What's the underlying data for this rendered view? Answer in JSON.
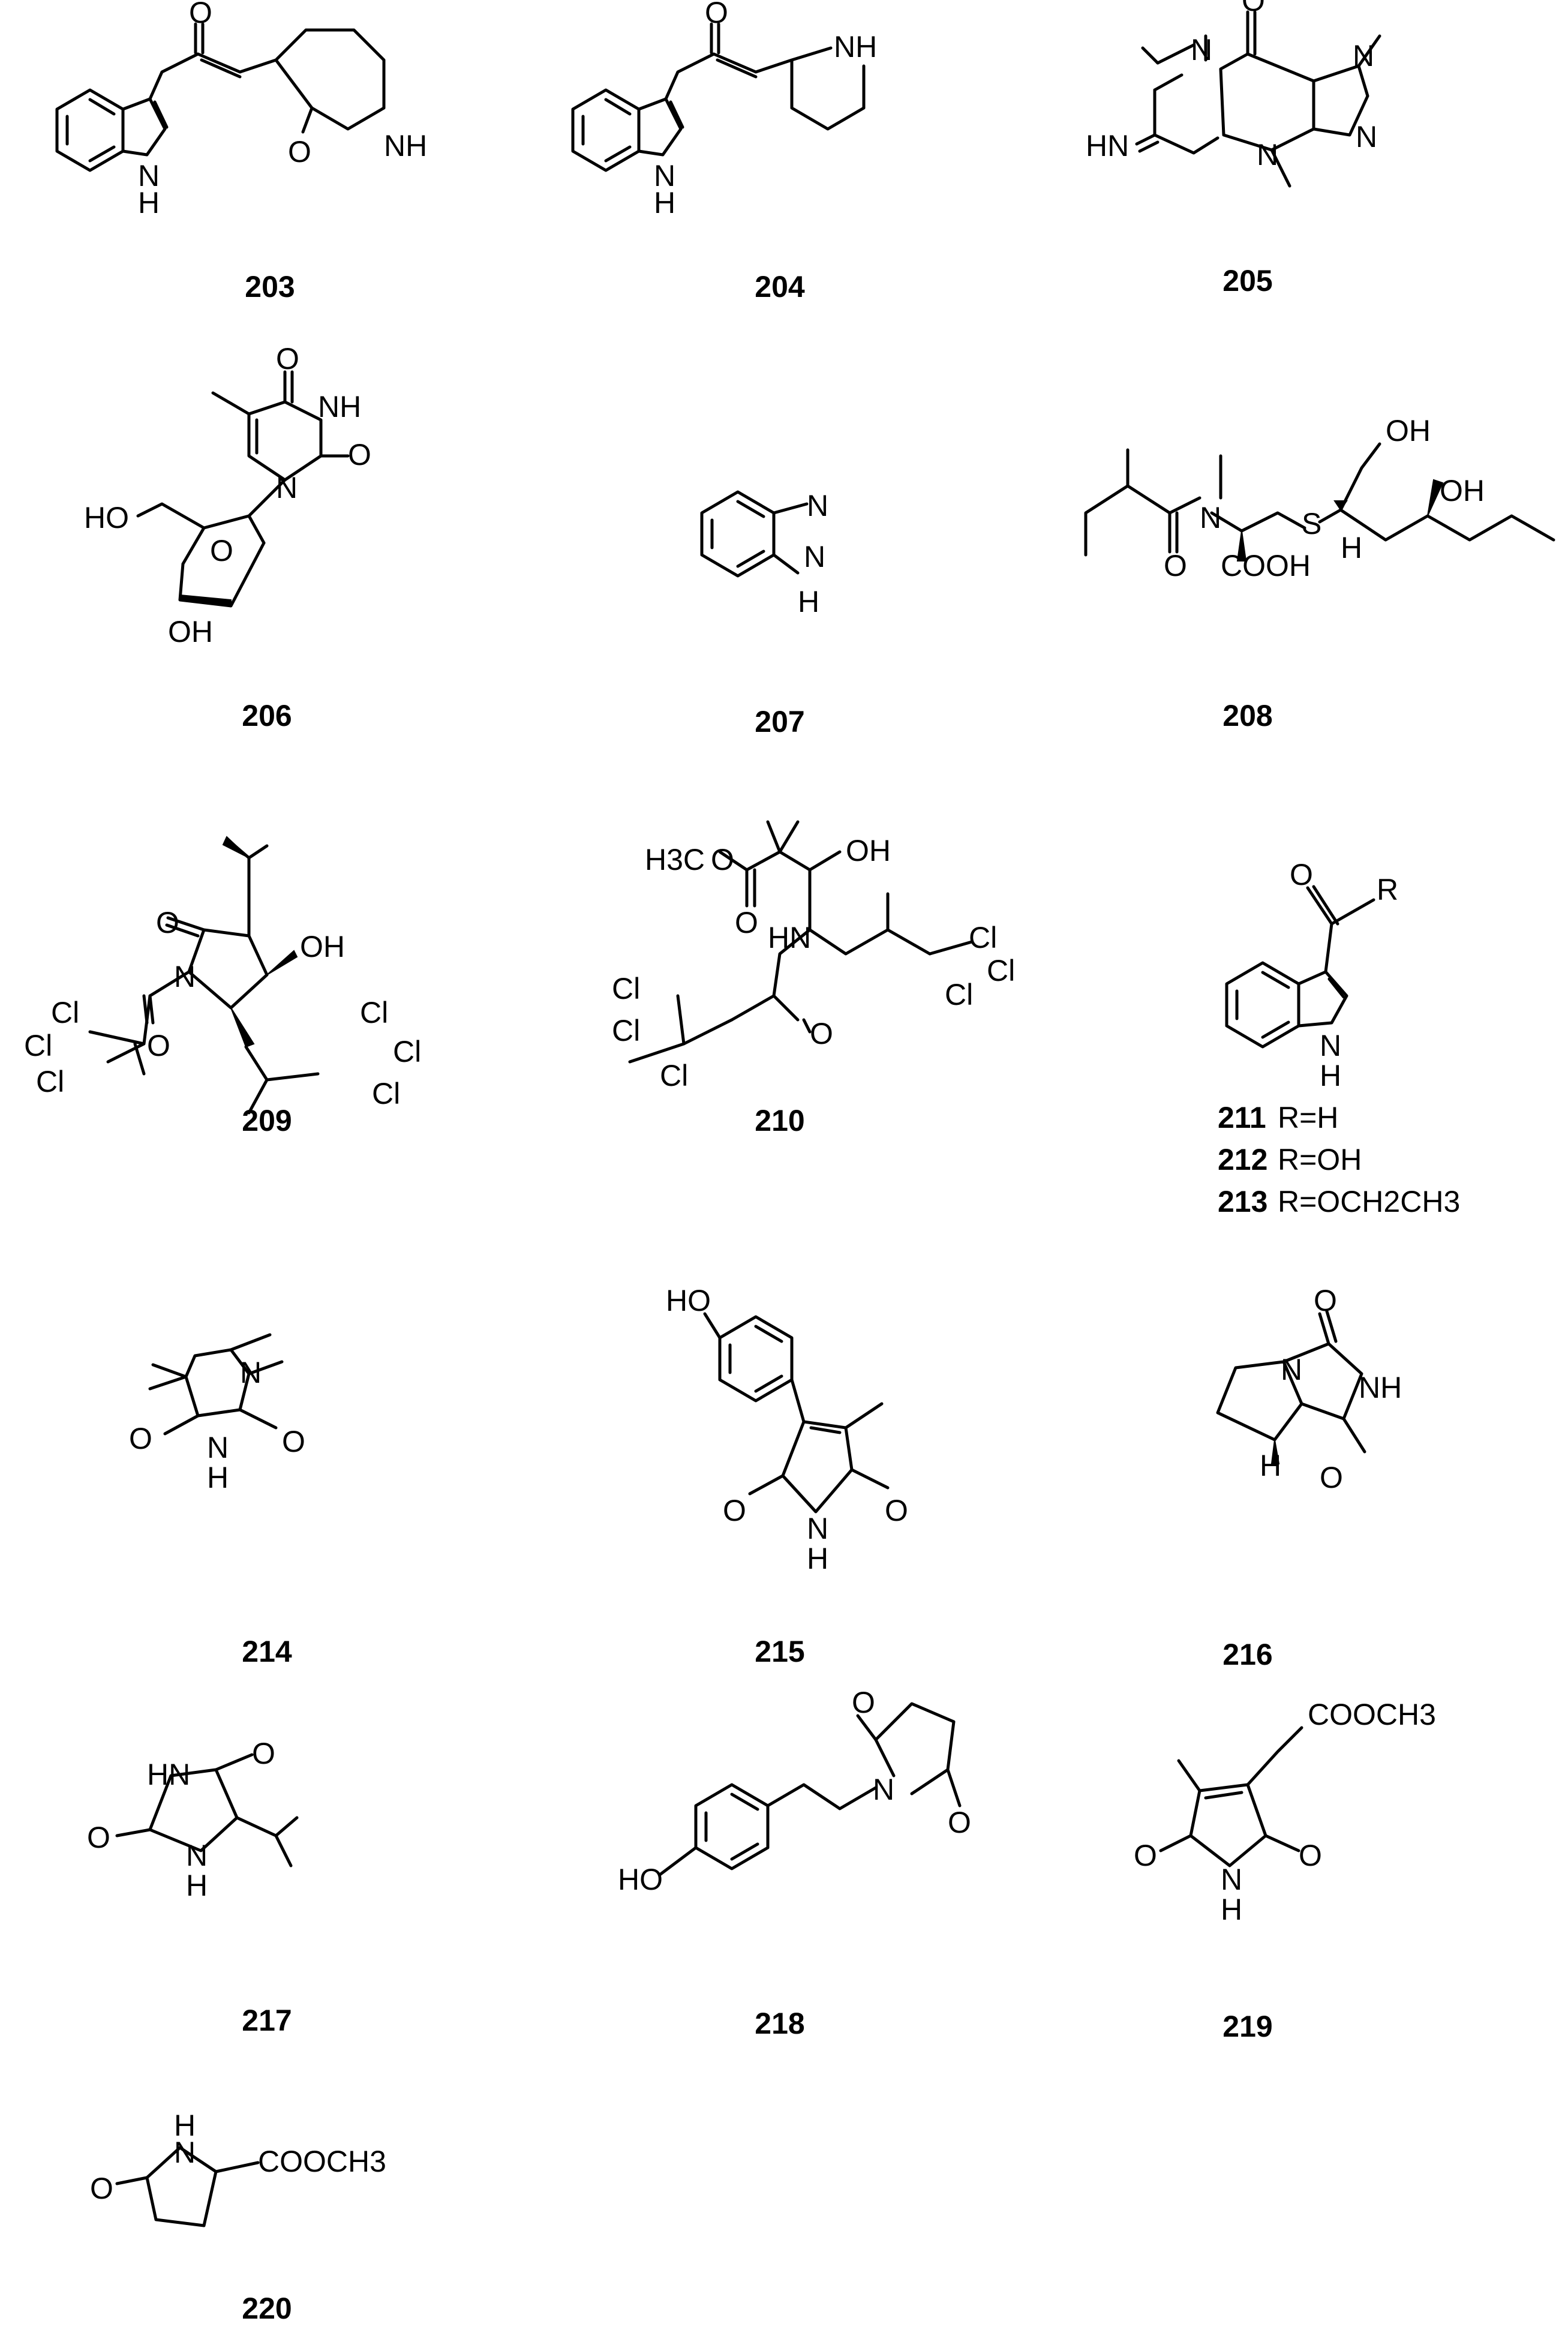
{
  "figure": {
    "compounds": [
      {
        "id": "203",
        "atoms": {
          "o1": "O",
          "o2": "O",
          "nh_ring": "NH",
          "h_indole": "H",
          "n_indole": "N"
        }
      },
      {
        "id": "204",
        "atoms": {
          "o1": "O",
          "nh": "NH",
          "h_indole": "H",
          "n_indole": "N"
        }
      },
      {
        "id": "205",
        "atoms": {
          "o1": "O",
          "n1": "N",
          "n3": "N",
          "n7": "N",
          "n9": "N",
          "hn": "HN"
        }
      },
      {
        "id": "206",
        "atoms": {
          "o4": "O",
          "o2": "O",
          "nh": "NH",
          "n1": "N",
          "ho": "HO",
          "o_ring": "O",
          "oh": "OH"
        }
      },
      {
        "id": "207",
        "atoms": {
          "n": "N",
          "nh_n": "N",
          "h": "H"
        }
      },
      {
        "id": "208",
        "atoms": {
          "o": "O",
          "n": "N",
          "s": "S",
          "cooh": "COOH",
          "h": "H",
          "oh1": "OH",
          "oh2": "OH"
        }
      },
      {
        "id": "209",
        "atoms": {
          "o1": "O",
          "oh": "OH",
          "n": "N",
          "o2": "O",
          "cl1": "Cl",
          "cl2": "Cl",
          "cl3": "Cl",
          "cl4": "Cl",
          "cl5": "Cl",
          "cl6": "Cl"
        }
      },
      {
        "id": "210",
        "atoms": {
          "h3c": "H3C",
          "o_ester": "O",
          "oh": "OH",
          "o_carbonyl": "O",
          "hn": "HN",
          "o_amide": "O",
          "cl1": "Cl",
          "cl2": "Cl",
          "cl3": "Cl",
          "cl4": "Cl",
          "cl5": "Cl",
          "cl6": "Cl"
        }
      },
      {
        "id": "211",
        "substituent": "R=H"
      },
      {
        "id": "212",
        "substituent": "R=OH"
      },
      {
        "id": "213",
        "substituent": "R=OCH2CH3"
      },
      {
        "id": "214",
        "atoms": {
          "n1": "N",
          "o1": "O",
          "o2": "O",
          "nh": "N",
          "h": "H"
        }
      },
      {
        "id": "215",
        "atoms": {
          "ho": "HO",
          "o1": "O",
          "o2": "O",
          "n": "N",
          "h": "H"
        }
      },
      {
        "id": "216",
        "atoms": {
          "n": "N",
          "nh": "NH",
          "o1": "O",
          "o2": "O",
          "h": "H"
        }
      },
      {
        "id": "217",
        "atoms": {
          "hn": "HN",
          "o1": "O",
          "o2": "O",
          "n": "N",
          "h": "H"
        }
      },
      {
        "id": "218",
        "atoms": {
          "ho": "HO",
          "n": "N",
          "o1": "O",
          "o2": "O"
        }
      },
      {
        "id": "219",
        "atoms": {
          "cooch3": "COOCH3",
          "o1": "O",
          "o2": "O",
          "n": "N",
          "h": "H"
        }
      },
      {
        "id": "220",
        "atoms": {
          "h": "H",
          "n": "N",
          "o": "O",
          "cooch3": "COOCH3"
        }
      }
    ],
    "scaffold_211_213": {
      "o": "O",
      "r": "R",
      "n": "N",
      "h": "H"
    }
  }
}
